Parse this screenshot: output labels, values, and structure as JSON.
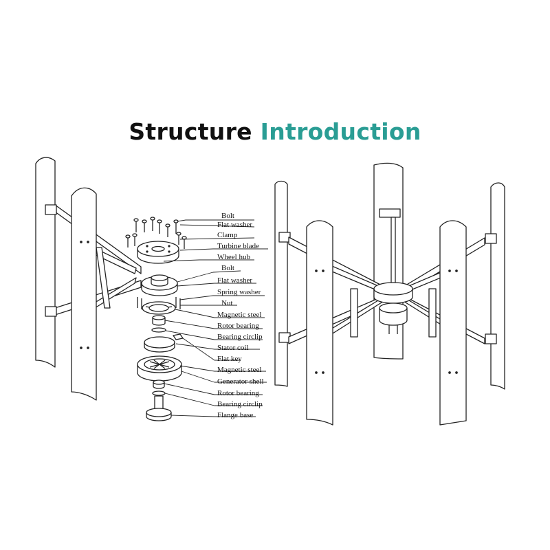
{
  "title": {
    "word1": "Structure",
    "word2": "Introduction",
    "accent_color": "#2a9d94",
    "text_color": "#111111"
  },
  "labels": [
    "Bolt",
    "Flat washer",
    "Clamp",
    "Turbine blade",
    "Wheel hub",
    "Bolt",
    "Flat washer",
    "Spring washer",
    "Nut",
    "Magnetic steel",
    "Rotor bearing",
    "Bearing circlip",
    "Stator coil",
    "Flat key",
    "Magnetic steel",
    "Generator shell",
    "Rotor bearing",
    "Bearing circlip",
    "Flange base"
  ]
}
